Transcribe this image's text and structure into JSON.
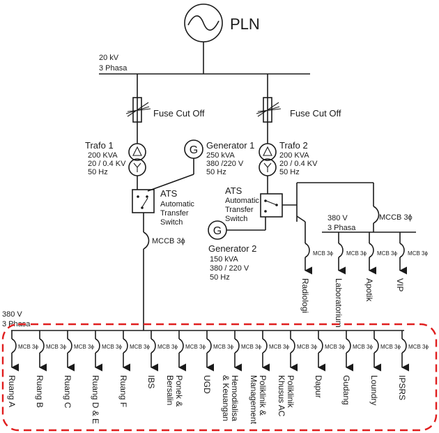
{
  "pln": "PLN",
  "main_bus": {
    "voltage": "20 kV",
    "phase": "3 Phasa"
  },
  "fuse1": "Fuse Cut Off",
  "fuse2": "Fuse Cut Off",
  "trafo1": {
    "name": "Trafo 1",
    "power": "200 KVA",
    "ratio": "20 / 0.4 KV",
    "freq": "50 Hz"
  },
  "trafo2": {
    "name": "Trafo 2",
    "power": "200 KVA",
    "ratio": "20 / 0.4 KV",
    "freq": "50 Hz"
  },
  "gen1": {
    "symbol": "G",
    "name": "Generator 1",
    "power": "250 kVA",
    "voltage": "380 /220 V",
    "freq": "50 Hz"
  },
  "gen2": {
    "symbol": "G",
    "name": "Generator 2",
    "power": "150 kVA",
    "voltage": "380 / 220 V",
    "freq": "50 Hz"
  },
  "ats1": {
    "name": "ATS",
    "l1": "Automatic",
    "l2": "Transfer",
    "l3": "Switch"
  },
  "ats2": {
    "name": "ATS",
    "l1": "Automatic",
    "l2": "Transfer",
    "l3": "Switch"
  },
  "mccb_main": "MCCB 3ϕ",
  "mccb_right": "MCCB 3ϕ",
  "sub_bus": {
    "voltage": "380 V",
    "phase": "3 Phasa"
  },
  "low_bus": {
    "voltage": "380 V",
    "phase": "3 Phasa"
  },
  "mcb_label": "MCB 3ϕ",
  "right_loads": [
    "Radiologi",
    "Laboratorium",
    "Apotik",
    "VIP"
  ],
  "bottom_loads": [
    [
      "Ruang A"
    ],
    [
      "Ruang B"
    ],
    [
      "Ruang C"
    ],
    [
      "Ruang D & E"
    ],
    [
      "Ruang F"
    ],
    [
      "IBS"
    ],
    [
      "Ponek &",
      "Bersalin"
    ],
    [
      "UGD"
    ],
    [
      "Hemodialisa",
      "& Keuangan"
    ],
    [
      "Poliklinik &",
      "Management"
    ],
    [
      "Poliklinik",
      "Khusus AC"
    ],
    [
      "Dapur"
    ],
    [
      "Gudang"
    ],
    [
      "Loundry"
    ],
    [
      "IPSRS"
    ]
  ]
}
